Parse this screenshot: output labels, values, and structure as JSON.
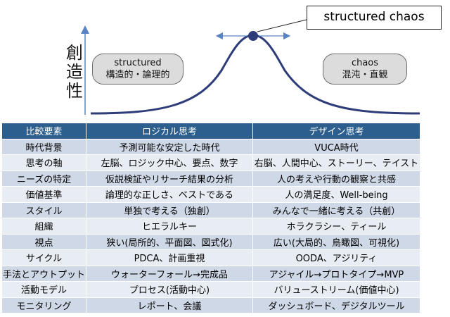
{
  "callout": {
    "label": "structured chaos"
  },
  "y_axis": {
    "label_chars": [
      "創",
      "造",
      "性"
    ]
  },
  "left_pill": {
    "line1": "structured",
    "line2": "構造的・論理的"
  },
  "right_pill": {
    "line1": "chaos",
    "line2": "混沌・直観"
  },
  "colors": {
    "curve": "#2e3d7a",
    "peak_dot": "#2e3d7a",
    "axis": "#5b84c4",
    "header_bg": "#2c5f8d",
    "row_dark": "#cfd8e6",
    "row_light": "#e8edf4"
  },
  "table": {
    "headers": [
      "比較要素",
      "ロジカル思考",
      "デザイン思考"
    ],
    "rows": [
      [
        "時代背景",
        "予測可能な安定した時代",
        "VUCA時代"
      ],
      [
        "思考の軸",
        "左脳、ロジック中心、要点、数字",
        "右脳、人間中心、ストーリー、テイスト"
      ],
      [
        "ニーズの特定",
        "仮説検証やリサーチ結果の分析",
        "人の考えや行動の観察と共感"
      ],
      [
        "価値基準",
        "論理的な正しさ、ベストである",
        "人の満足度、Well-being"
      ],
      [
        "スタイル",
        "単独で考える（独創）",
        "みんなで一緒に考える（共創）"
      ],
      [
        "組織",
        "ヒエラルキー",
        "ホラクラシー、ティール"
      ],
      [
        "視点",
        "狭い(局所的、平面図、図式化)",
        "広い(大局的、鳥瞰図、可視化)"
      ],
      [
        "サイクル",
        "PDCA、計画重視",
        "OODA、アジリティ"
      ],
      [
        "手法とアウトプット",
        "ウォーターフォール→完成品",
        "アジャイル→プロトタイプ→MVP"
      ],
      [
        "活動モデル",
        "プロセス(活動中心)",
        "バリューストリーム(価値中心)"
      ],
      [
        "モニタリング",
        "レポート、会議",
        "ダッシュボード、デジタルツール"
      ]
    ]
  }
}
